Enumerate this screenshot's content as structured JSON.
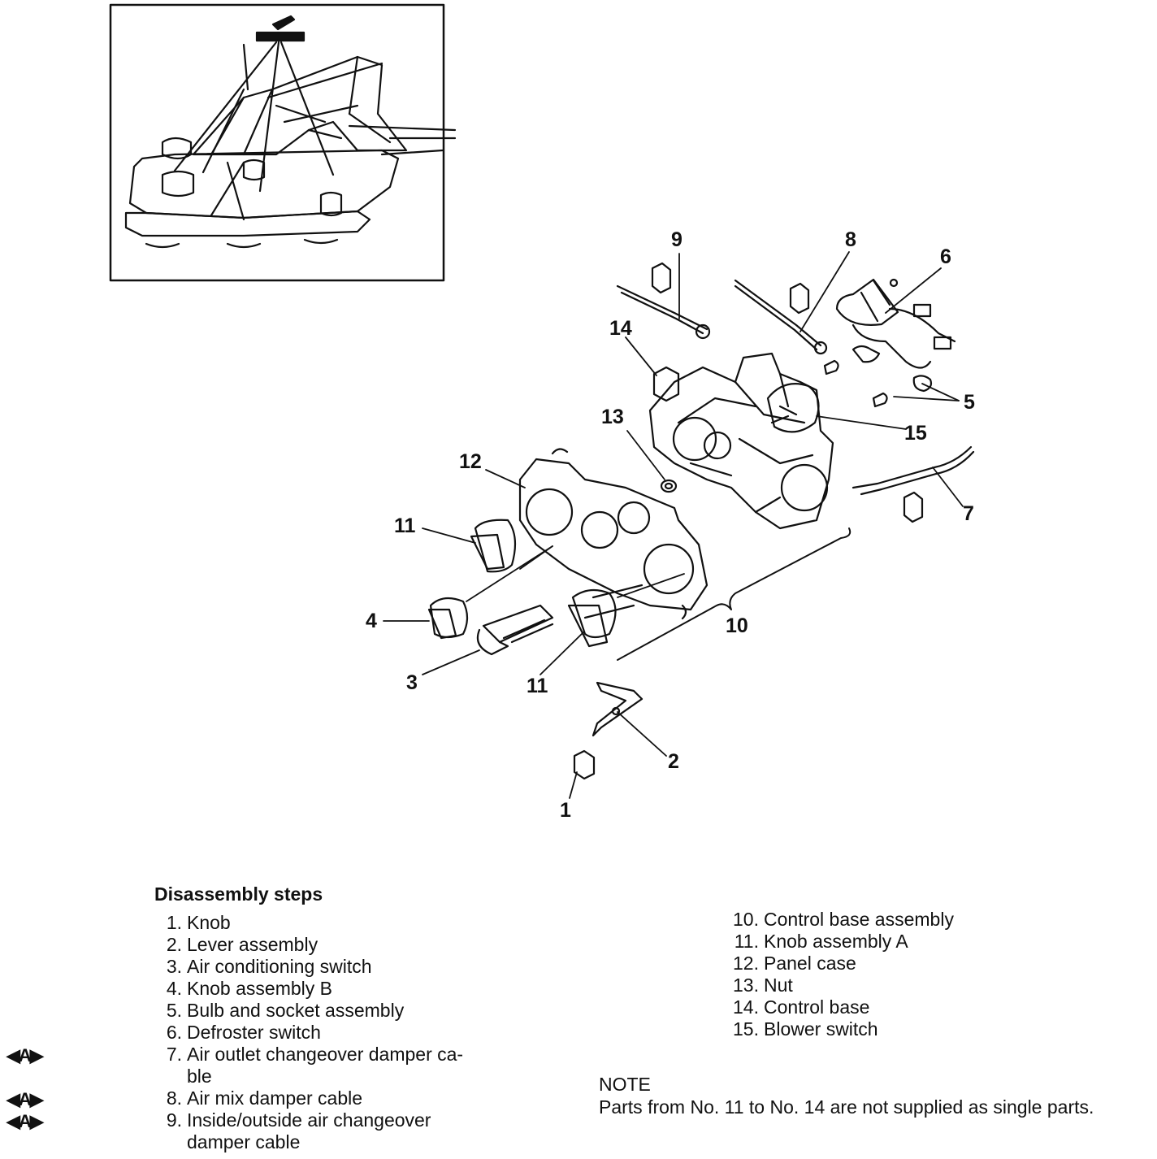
{
  "callouts": {
    "c9": "9",
    "c8": "8",
    "c6": "6",
    "c14": "14",
    "c5": "5",
    "c13": "13",
    "c15": "15",
    "c12": "12",
    "c11a": "11",
    "c7": "7",
    "c4": "4",
    "c10": "10",
    "c3": "3",
    "c11b": "11",
    "c2": "2",
    "c1": "1"
  },
  "steps": {
    "title": "Disassembly steps",
    "left": [
      {
        "num": "1.",
        "text": "Knob"
      },
      {
        "num": "2.",
        "text": "Lever assembly"
      },
      {
        "num": "3.",
        "text": "Air conditioning switch"
      },
      {
        "num": "4.",
        "text": "Knob assembly B"
      },
      {
        "num": "5.",
        "text": "Bulb and socket assembly"
      },
      {
        "num": "6.",
        "text": "Defroster switch"
      },
      {
        "num": "7.",
        "text": "Air outlet changeover damper ca-",
        "text2": "ble",
        "marker": "◀A▶"
      },
      {
        "num": "8.",
        "text": "Air mix damper cable",
        "marker": "◀A▶"
      },
      {
        "num": "9.",
        "text": "Inside/outside air changeover",
        "text2": "damper cable",
        "marker": "◀A▶"
      }
    ],
    "right": [
      {
        "num": "10.",
        "text": "Control base assembly"
      },
      {
        "num": "11.",
        "text": "Knob assembly A"
      },
      {
        "num": "12.",
        "text": "Panel case"
      },
      {
        "num": "13.",
        "text": "Nut"
      },
      {
        "num": "14.",
        "text": "Control base"
      },
      {
        "num": "15.",
        "text": "Blower switch"
      }
    ]
  },
  "note": {
    "title": "NOTE",
    "text": "Parts from No. 11 to No. 14 are not supplied as single parts."
  }
}
